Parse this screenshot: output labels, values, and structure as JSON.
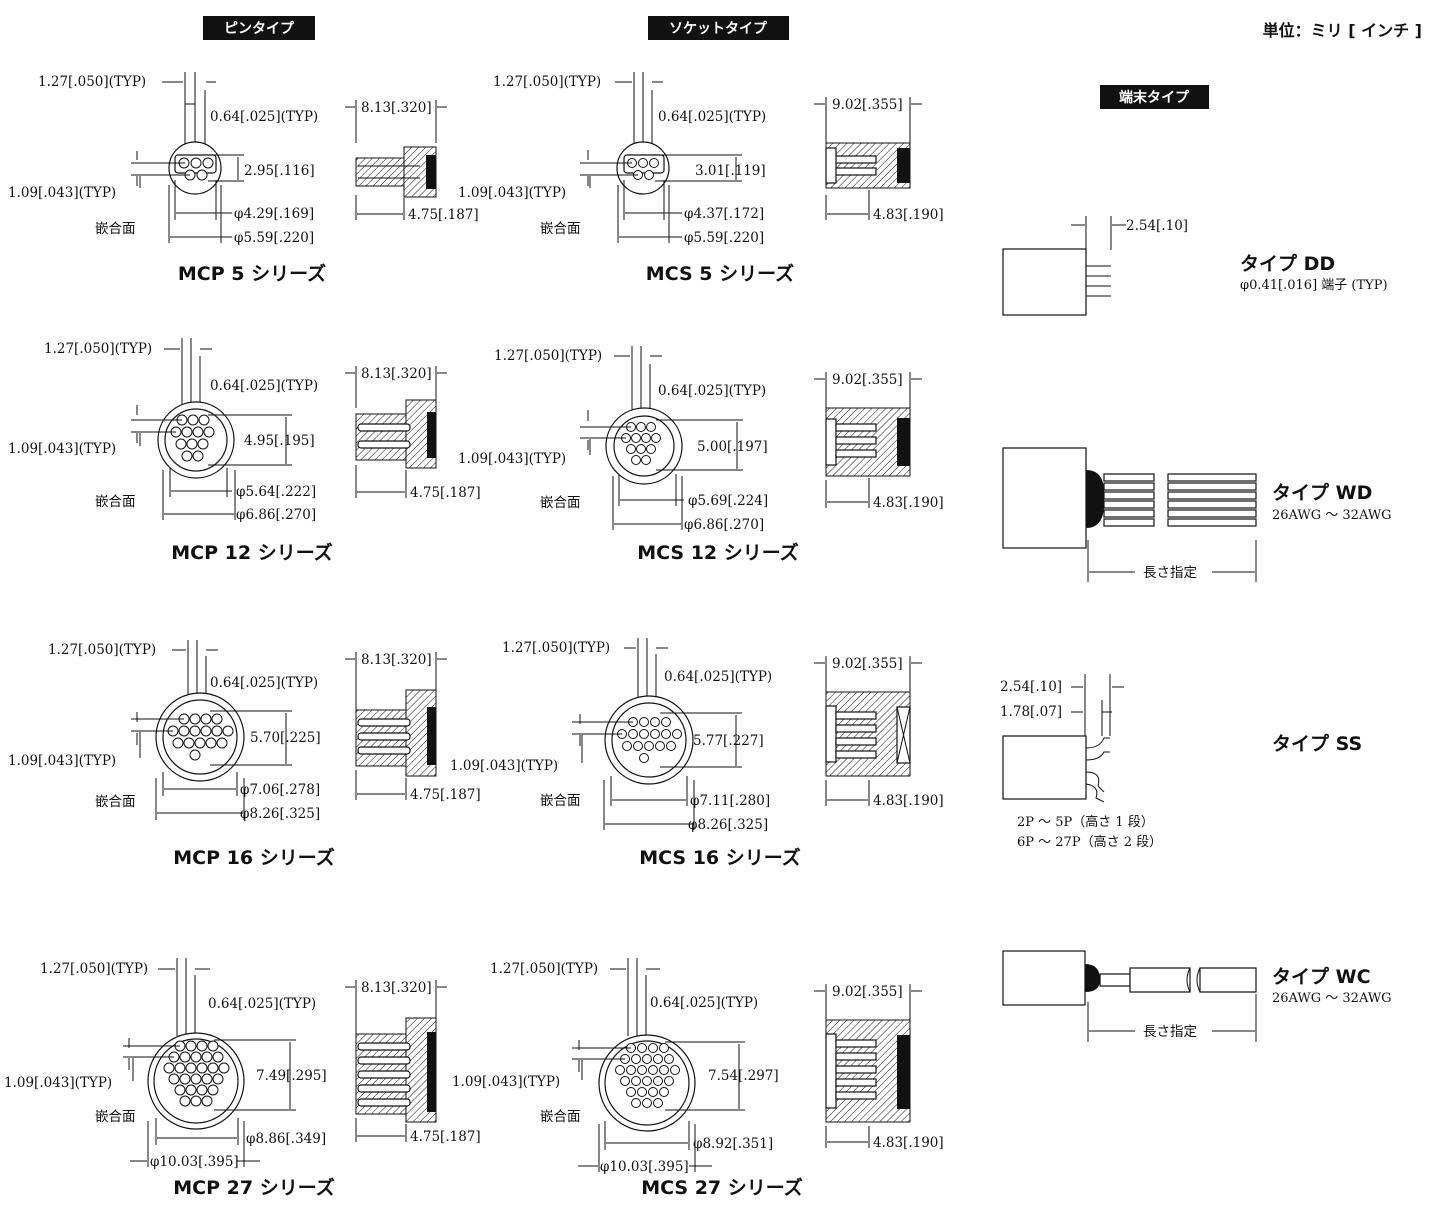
{
  "headers": {
    "pin_type": "ピンタイプ",
    "socket_type": "ソケットタイプ",
    "terminal_type": "端末タイプ",
    "unit": "単位：ミリ [ インチ ]"
  },
  "common": {
    "mating_face": "嵌合面",
    "pitch": "1.27[.050](TYP)",
    "pin_dia": "0.64[.025](TYP)",
    "row_gap": "1.09[.043](TYP)"
  },
  "pin_connectors": [
    {
      "series": "MCP 5 シリーズ",
      "height": "2.95[.116]",
      "inner_dia": "φ4.29[.169]",
      "outer_dia": "φ5.59[.220]",
      "body_len": "8.13[.320]",
      "mate_len": "4.75[.187]"
    },
    {
      "series": "MCP 12 シリーズ",
      "height": "4.95[.195]",
      "inner_dia": "φ5.64[.222]",
      "outer_dia": "φ6.86[.270]",
      "body_len": "8.13[.320]",
      "mate_len": "4.75[.187]"
    },
    {
      "series": "MCP 16 シリーズ",
      "height": "5.70[.225]",
      "inner_dia": "φ7.06[.278]",
      "outer_dia": "φ8.26[.325]",
      "body_len": "8.13[.320]",
      "mate_len": "4.75[.187]"
    },
    {
      "series": "MCP 27 シリーズ",
      "height": "7.49[.295]",
      "inner_dia": "φ8.86[.349]",
      "outer_dia": "φ10.03[.395]",
      "body_len": "8.13[.320]",
      "mate_len": "4.75[.187]"
    }
  ],
  "socket_connectors": [
    {
      "series": "MCS 5 シリーズ",
      "height": "3.01[.119]",
      "inner_dia": "φ4.37[.172]",
      "outer_dia": "φ5.59[.220]",
      "body_len": "9.02[.355]",
      "mate_len": "4.83[.190]"
    },
    {
      "series": "MCS 12 シリーズ",
      "height": "5.00[.197]",
      "inner_dia": "φ5.69[.224]",
      "outer_dia": "φ6.86[.270]",
      "body_len": "9.02[.355]",
      "mate_len": "4.83[.190]"
    },
    {
      "series": "MCS 16 シリーズ",
      "height": "5.77[.227]",
      "inner_dia": "φ7.11[.280]",
      "outer_dia": "φ8.26[.325]",
      "body_len": "9.02[.355]",
      "mate_len": "4.83[.190]"
    },
    {
      "series": "MCS 27 シリーズ",
      "height": "7.54[.297]",
      "inner_dia": "φ8.92[.351]",
      "outer_dia": "φ10.03[.395]",
      "body_len": "9.02[.355]",
      "mate_len": "4.83[.190]"
    }
  ],
  "terminals": {
    "dd": {
      "name": "タイプ DD",
      "desc": "φ0.41[.016] 端子 (TYP)",
      "dim": "2.54[.10]"
    },
    "wd": {
      "name": "タイプ WD",
      "desc": "26AWG ～ 32AWG",
      "length": "長さ指定"
    },
    "ss": {
      "name": "タイプ SS",
      "dim1": "2.54[.10]",
      "dim2": "1.78[.07]",
      "note1": "2P ～ 5P（高さ 1 段）",
      "note2": "6P ～ 27P（高さ 2 段）"
    },
    "wc": {
      "name": "タイプ WC",
      "desc": "26AWG ～ 32AWG",
      "length": "長さ指定"
    }
  }
}
